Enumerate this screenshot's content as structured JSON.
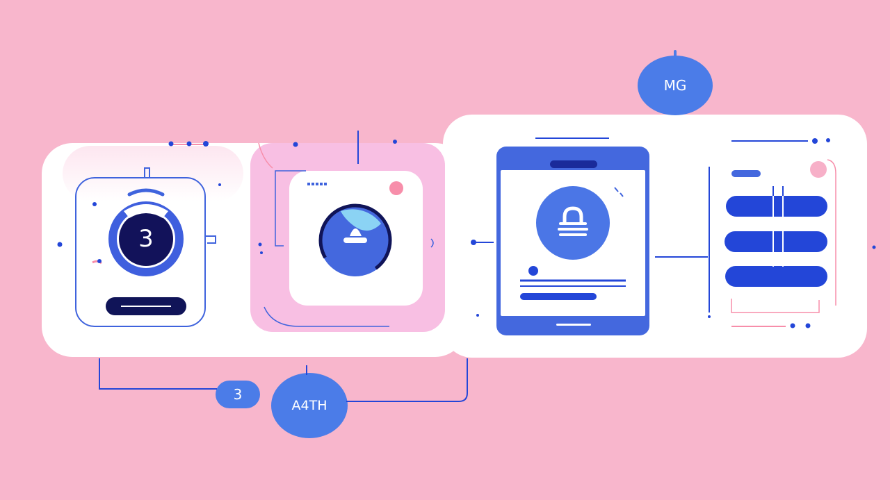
{
  "diagram": {
    "badges": {
      "top_right": "MG",
      "bottom_center": "A4TH",
      "bottom_left": "3"
    },
    "watch": {
      "face_label": "3"
    }
  },
  "colors": {
    "background": "#f8b6cc",
    "panel": "#ffffff",
    "pink_card": "#f8bfe3",
    "primary_blue": "#4468de",
    "deep_blue": "#2346d8",
    "navy": "#12125a",
    "accent_pink": "#f78eaa"
  },
  "icons": [
    "watch-icon",
    "user-avatar-icon",
    "lock-icon",
    "tablet-icon",
    "list-icon"
  ]
}
